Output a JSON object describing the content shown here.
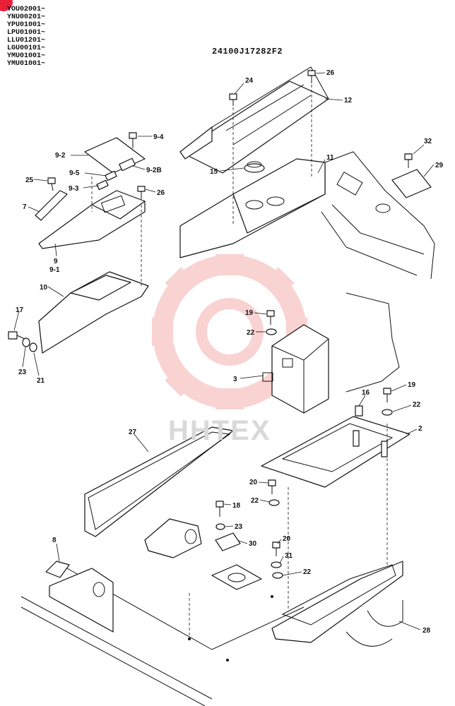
{
  "serials": [
    "YOU02001~",
    "YNU00201~",
    "YPU01001~",
    "LPU01001~",
    "LLU01201~",
    "LGU00101~",
    "YMU01001~",
    "YMU01001~"
  ],
  "drawing_number": "24100J17282F2",
  "watermark": "HHTEX",
  "callouts": [
    {
      "id": "c-24",
      "label": "24"
    },
    {
      "id": "c-26a",
      "label": "26"
    },
    {
      "id": "c-12",
      "label": "12"
    },
    {
      "id": "c-9-4",
      "label": "9-4"
    },
    {
      "id": "c-9-2",
      "label": "9-2"
    },
    {
      "id": "c-9-2b",
      "label": "9-2B"
    },
    {
      "id": "c-9-5",
      "label": "9-5"
    },
    {
      "id": "c-9-3",
      "label": "9-3"
    },
    {
      "id": "c-25",
      "label": "25"
    },
    {
      "id": "c-26b",
      "label": "26"
    },
    {
      "id": "c-7",
      "label": "7"
    },
    {
      "id": "c-9",
      "label": "9"
    },
    {
      "id": "c-9-1",
      "label": "9-1"
    },
    {
      "id": "c-11",
      "label": "11"
    },
    {
      "id": "c-15",
      "label": "15"
    },
    {
      "id": "c-32",
      "label": "32"
    },
    {
      "id": "c-29",
      "label": "29"
    },
    {
      "id": "c-10",
      "label": "10"
    },
    {
      "id": "c-17",
      "label": "17"
    },
    {
      "id": "c-23a",
      "label": "23"
    },
    {
      "id": "c-21",
      "label": "21"
    },
    {
      "id": "c-19a",
      "label": "19"
    },
    {
      "id": "c-22a",
      "label": "22"
    },
    {
      "id": "c-3",
      "label": "3"
    },
    {
      "id": "c-16",
      "label": "16"
    },
    {
      "id": "c-19b",
      "label": "19"
    },
    {
      "id": "c-22b",
      "label": "22"
    },
    {
      "id": "c-2",
      "label": "2"
    },
    {
      "id": "c-27",
      "label": "27"
    },
    {
      "id": "c-20a",
      "label": "20"
    },
    {
      "id": "c-22c",
      "label": "22"
    },
    {
      "id": "c-18",
      "label": "18"
    },
    {
      "id": "c-23b",
      "label": "23"
    },
    {
      "id": "c-30",
      "label": "30"
    },
    {
      "id": "c-8",
      "label": "8"
    },
    {
      "id": "c-20b",
      "label": "20"
    },
    {
      "id": "c-31",
      "label": "31"
    },
    {
      "id": "c-22d",
      "label": "22"
    },
    {
      "id": "c-28",
      "label": "28"
    }
  ]
}
